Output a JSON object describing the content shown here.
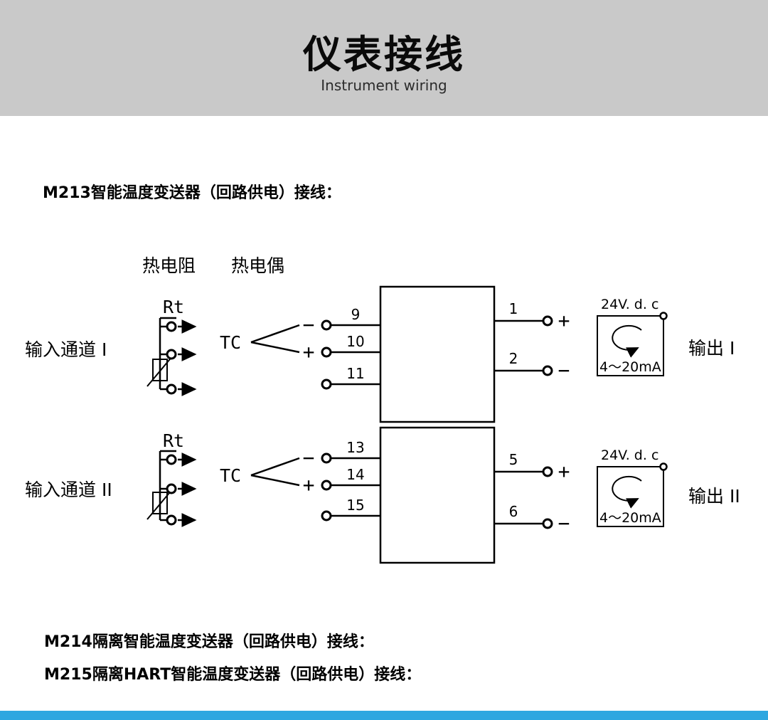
{
  "header": {
    "title": "仪表接线",
    "subtitle": "Instrument wiring"
  },
  "headings": {
    "m213": "M213智能温度变送器（回路供电）接线：",
    "m214": "M214隔离智能温度变送器（回路供电）接线：",
    "m215": "M215隔离HART智能温度变送器（回路供电）接线："
  },
  "diagram": {
    "top_labels": {
      "rtd": "热电阻",
      "thermocouple": "热电偶"
    },
    "channel1": {
      "input_label": "输入通道 I",
      "output_label": "输出 I",
      "rt_label": "Rt",
      "tc_label": "TC",
      "tc_minus": "−",
      "tc_plus": "+",
      "terminals_left": [
        "9",
        "10",
        "11"
      ],
      "terminals_right": [
        "1",
        "2"
      ],
      "out_plus": "+",
      "out_minus": "−",
      "supply_label": "24V. d. c",
      "loop_current": "4～20mA"
    },
    "channel2": {
      "input_label": "输入通道 II",
      "output_label": "输出 II",
      "rt_label": "Rt",
      "tc_label": "TC",
      "tc_minus": "−",
      "tc_plus": "+",
      "terminals_left": [
        "13",
        "14",
        "15"
      ],
      "terminals_right": [
        "5",
        "6"
      ],
      "out_plus": "+",
      "out_minus": "−",
      "supply_label": "24V. d. c",
      "loop_current": "4～20mA"
    }
  },
  "colors": {
    "header_bg": "#c9c9c9",
    "accent_bar": "#2ea7e0",
    "line": "#000000"
  }
}
